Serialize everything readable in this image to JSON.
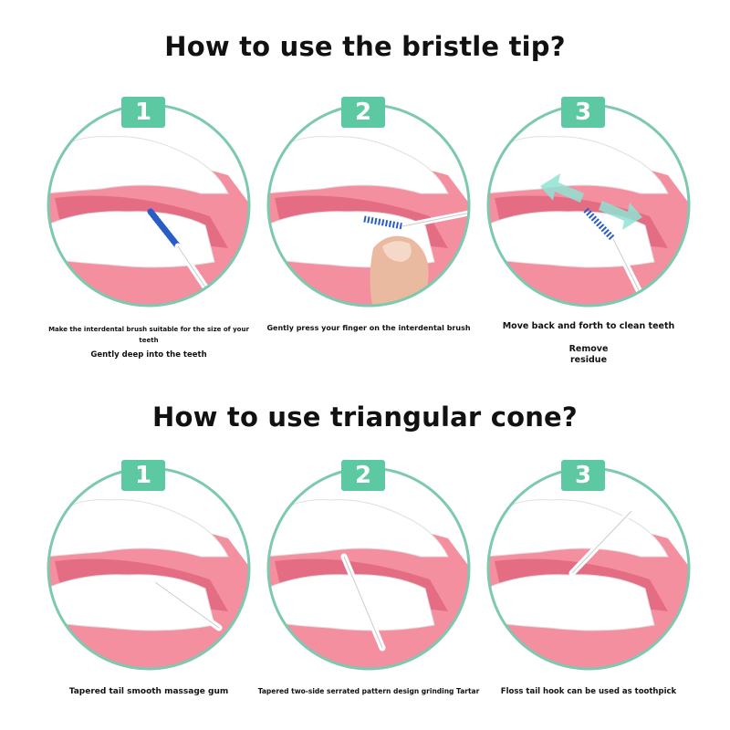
{
  "section1": {
    "title": "How to use the bristle tip?",
    "steps": [
      {
        "number": "1",
        "caption": "Make the interdental brush suitable for the size of your teeth",
        "sub_caption": "Gently deep into the teeth"
      },
      {
        "number": "2",
        "caption": "Gently press your finger on the interdental brush"
      },
      {
        "number": "3",
        "caption": "Move back and forth to clean teeth",
        "sub_caption": "Remove\nresidue"
      }
    ]
  },
  "section2": {
    "title": "How to use triangular cone?",
    "steps": [
      {
        "number": "1",
        "caption": "Tapered tail smooth massage gum"
      },
      {
        "number": "2",
        "caption": "Tapered two-side serrated pattern design grinding Tartar"
      },
      {
        "number": "3",
        "caption": "Floss tail hook can be used as toothpick"
      }
    ]
  },
  "colors": {
    "accent": "#5dc9a2",
    "ring": "#7cc9ae",
    "gum": "#f48fa0",
    "tooth": "#ffffff",
    "brush": "#2a5cc8"
  },
  "icons": [
    "teeth-illustration",
    "interdental-brush-icon",
    "finger-icon",
    "arrow-icon",
    "cone-pick-icon"
  ]
}
